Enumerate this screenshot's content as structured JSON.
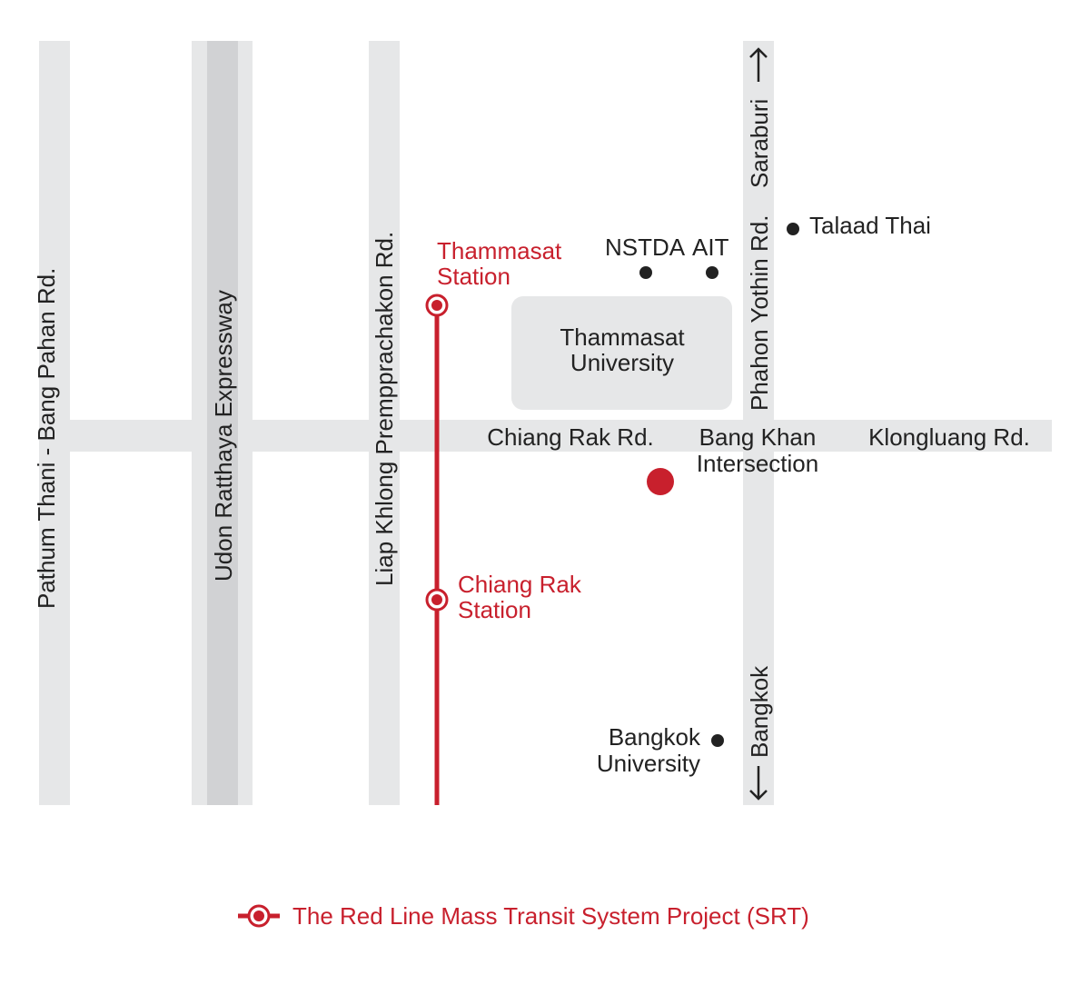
{
  "colors": {
    "road": "#e6e7e8",
    "expressway_core": "#d1d2d4",
    "campus": "#e6e7e8",
    "red_line": "#c8202d",
    "text": "#222222"
  },
  "roads": {
    "pathum_thani": "Pathum Thani - Bang Pahan Rd.",
    "udon_ratthaya": "Udon Ratthaya Expressway",
    "liap_khlong": "Liap Khlong Prempprachakon Rd.",
    "phahon_yothin": "Phahon Yothin Rd.",
    "saraburi": "Saraburi",
    "bangkok_direction": "Bangkok",
    "chiang_rak": "Chiang Rak Rd.",
    "klongluang": "Klongluang Rd."
  },
  "intersection": {
    "line1": "Bang Khan",
    "line2": "Intersection"
  },
  "campus": {
    "line1": "Thammasat",
    "line2": "University"
  },
  "stations": {
    "thammasat": {
      "line1": "Thammasat",
      "line2": "Station"
    },
    "chiang_rak": {
      "line1": "Chiang Rak",
      "line2": "Station"
    }
  },
  "landmarks": {
    "nstda": "NSTDA",
    "ait": "AIT",
    "talaad_thai": "Talaad Thai",
    "bangkok_university": {
      "line1": "Bangkok",
      "line2": "University"
    }
  },
  "legend": {
    "label": "The Red Line Mass Transit System Project (SRT)"
  }
}
